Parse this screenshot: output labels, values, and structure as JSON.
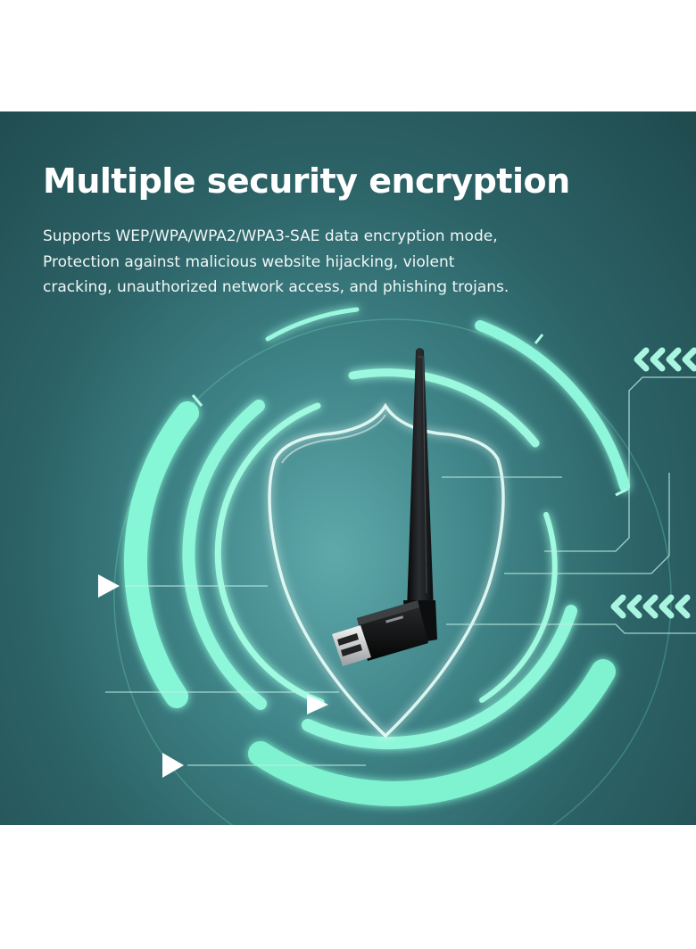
{
  "banner": {
    "headline": "Multiple security encryption",
    "description": "Supports WEP/WPA/WPA2/WPA3-SAE data encryption mode, Protection against malicious website hijacking, violent cracking, unauthorized network access, and phishing trojans."
  },
  "colors": {
    "background": "#2c6367",
    "accent": "#7cf2cc",
    "text": "#ffffff"
  },
  "icons": [
    "shield-icon",
    "chevron-left-icon",
    "play-triangle-icon",
    "usb-wifi-adapter"
  ]
}
